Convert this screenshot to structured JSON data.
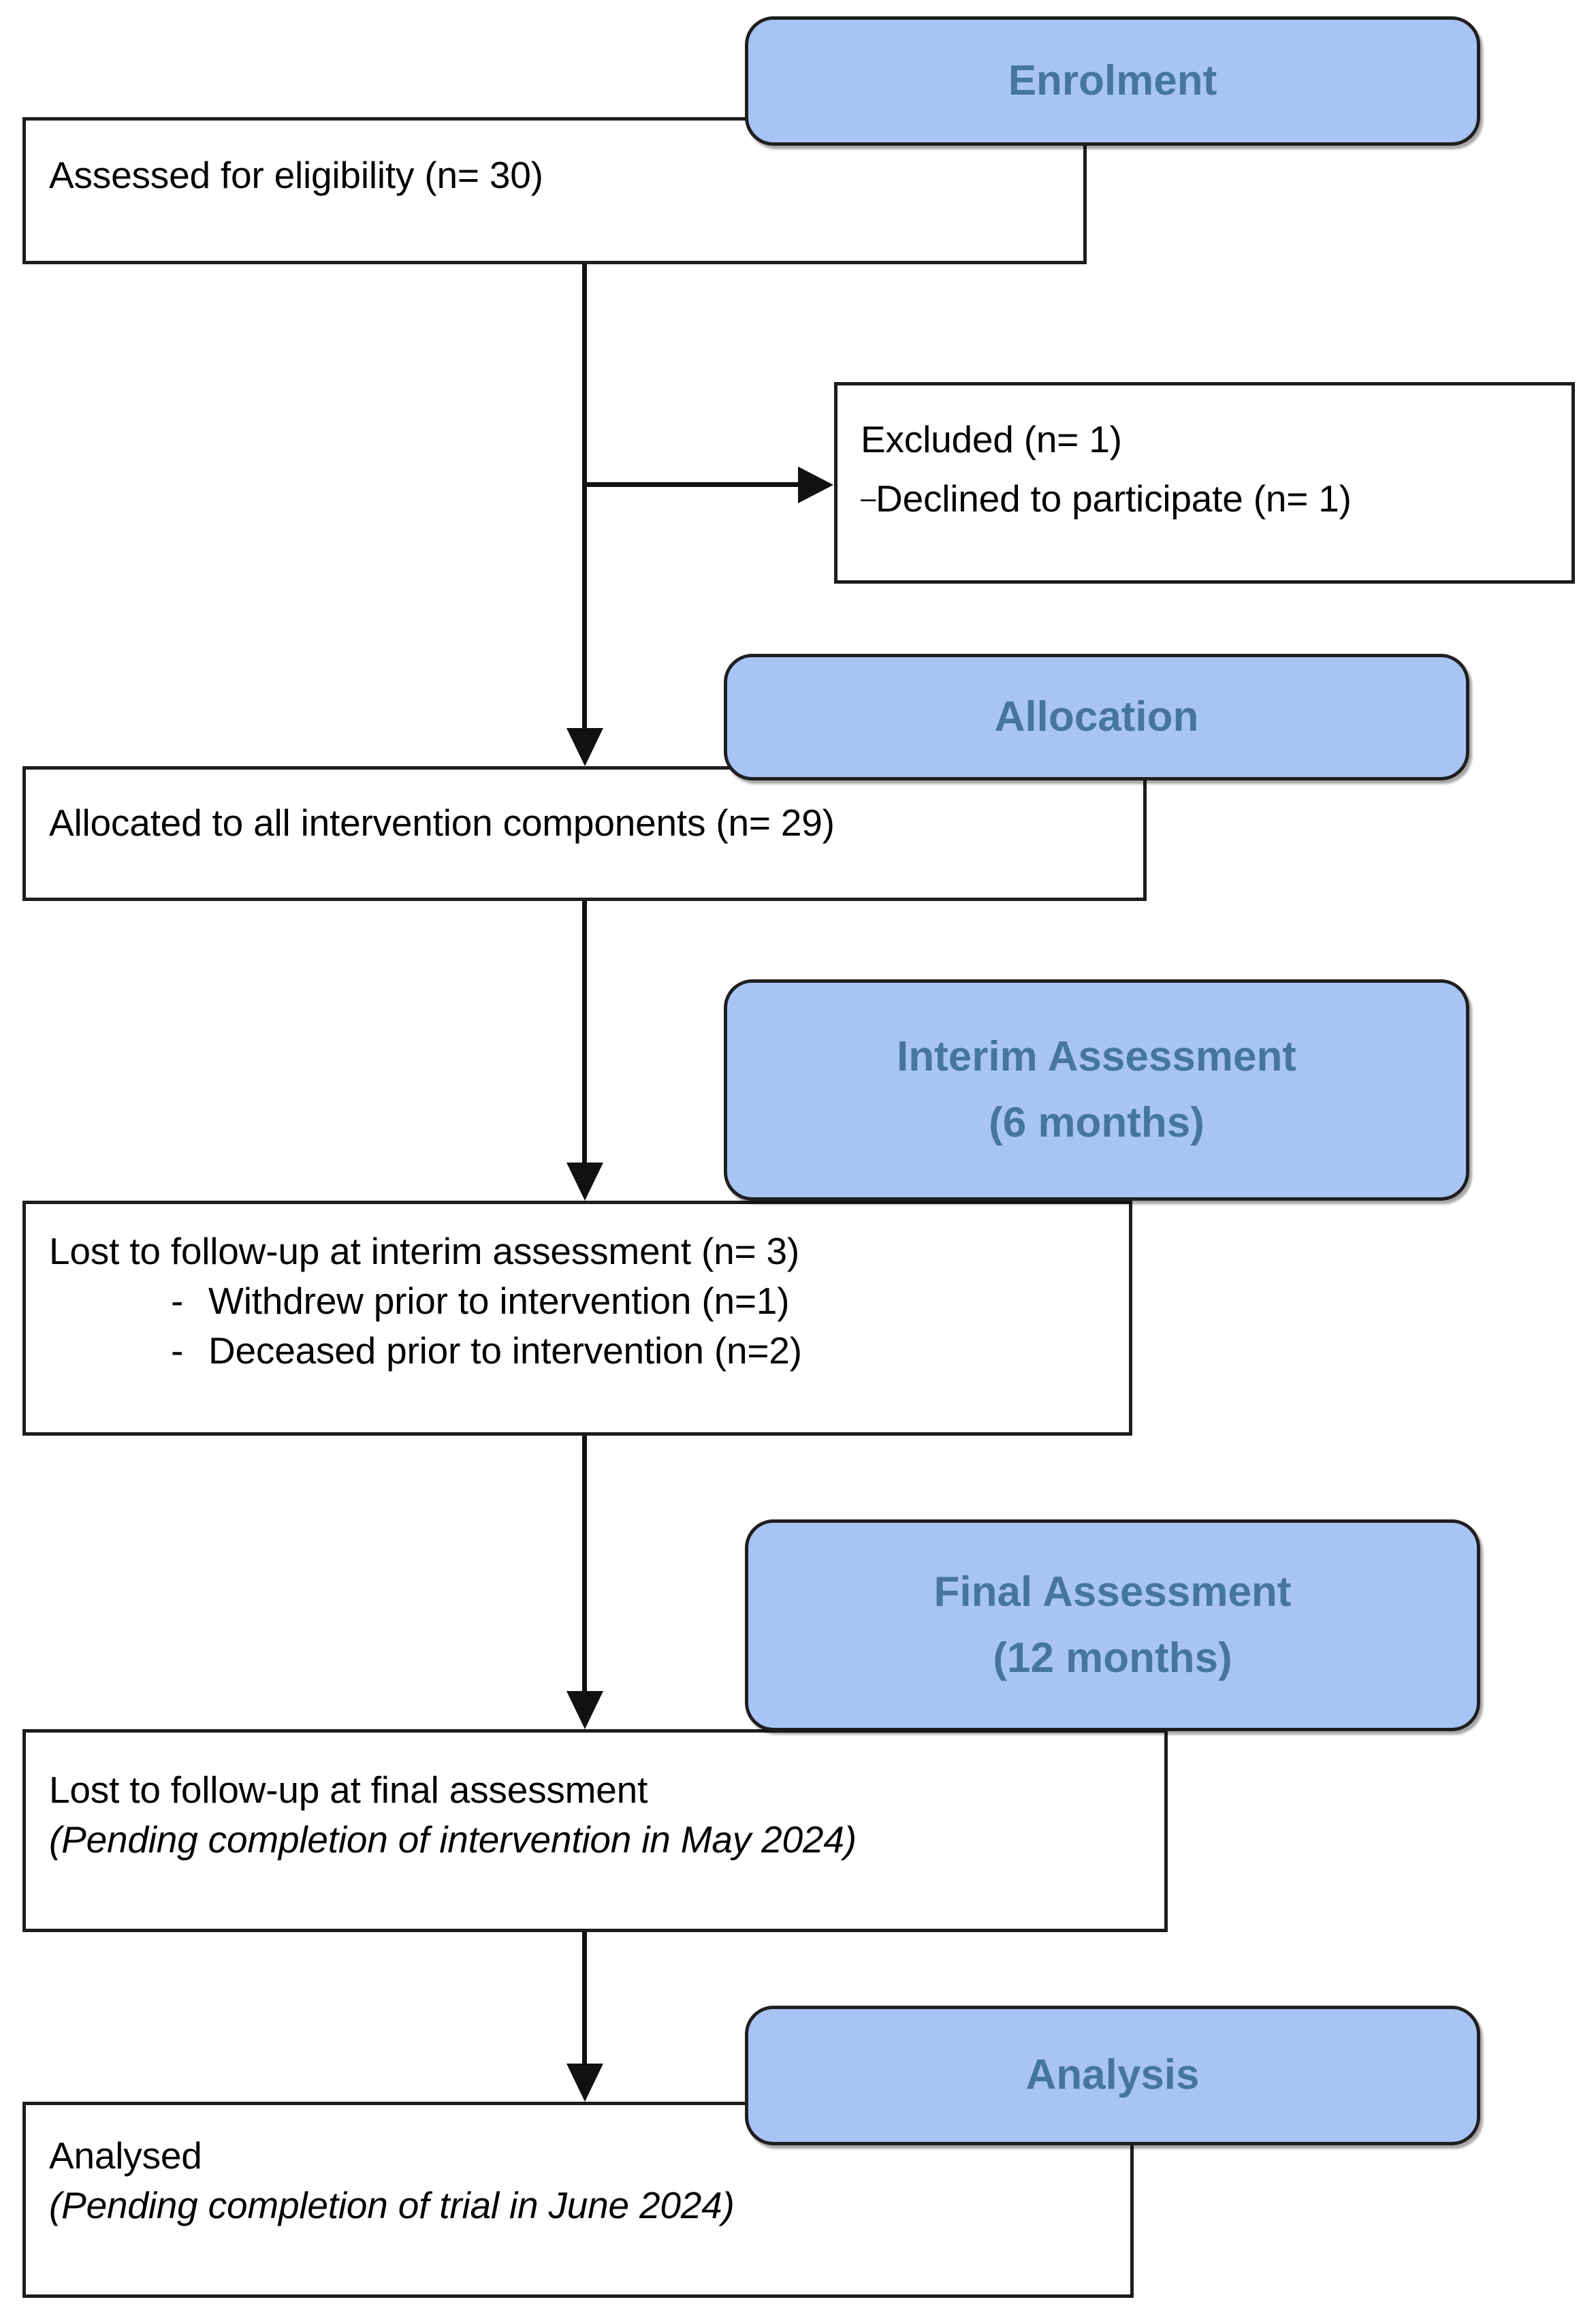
{
  "diagram": {
    "title": "CONSORT participant flow diagram",
    "accent_blue_fill": "#a8c4f5",
    "accent_blue_text": "#46769f",
    "box_border": "#1d1d1d",
    "connector_color": "#111111"
  },
  "stages": {
    "enrolment": {
      "label": "Enrolment"
    },
    "allocation": {
      "label": "Allocation"
    },
    "interim": {
      "line1": "Interim Assessment",
      "line2": "(6 months)"
    },
    "final": {
      "line1": "Final Assessment",
      "line2": "(12 months)"
    },
    "analysis": {
      "label": "Analysis"
    }
  },
  "boxes": {
    "eligibility": {
      "line1": "Assessed for eligibility (n= 30)"
    },
    "excluded": {
      "line1": "Excluded (n= 1)",
      "dash": "–",
      "line2": "Declined to participate (n= 1)"
    },
    "allocated": {
      "line1": "Allocated to all intervention components (n= 29)"
    },
    "lost_interim": {
      "line1": "Lost to follow-up at interim assessment (n= 3)",
      "bullet_dash": "-",
      "bullet1": "Withdrew prior to intervention (n=1)",
      "bullet2": "Deceased prior to intervention (n=2)"
    },
    "lost_final": {
      "line1": "Lost to follow-up at final assessment",
      "line2": "(Pending completion of intervention in May 2024)"
    },
    "analysed": {
      "line1": "Analysed",
      "line2": "(Pending completion of trial in June 2024)"
    }
  },
  "connectors": {
    "enrolment_to_allocation": "vertical-arrow",
    "enrolment_to_excluded": "horizontal-arrow",
    "allocation_to_interim": "vertical-arrow",
    "interim_to_final": "vertical-arrow",
    "final_to_analysis": "vertical-arrow"
  }
}
